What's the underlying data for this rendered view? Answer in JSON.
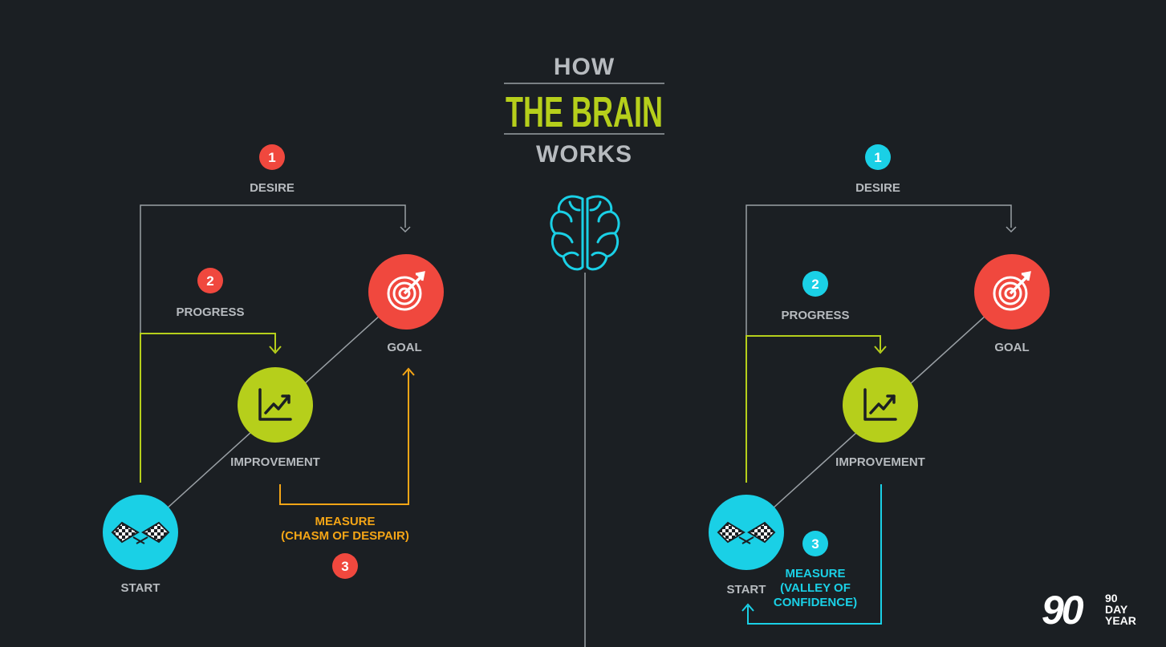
{
  "title": {
    "top": "HOW",
    "main": "THE BRAIN",
    "bottom": "WORKS"
  },
  "colors": {
    "background": "#1b1f23",
    "gray_text": "#b7bbbf",
    "line_gray": "#9aa0a5",
    "red": "#f0483e",
    "lime": "#b6cf1b",
    "cyan": "#1ad0e6",
    "orange": "#f4a516",
    "white": "#ffffff"
  },
  "left_panel": {
    "step1": {
      "number": "1",
      "label": "DESIRE"
    },
    "step2": {
      "number": "2",
      "label": "PROGRESS"
    },
    "step3": {
      "number": "3",
      "label_line1": "MEASURE",
      "label_line2": "(CHASM OF DESPAIR)"
    },
    "nodes": {
      "goal": "GOAL",
      "improvement": "IMPROVEMENT",
      "start": "START"
    }
  },
  "right_panel": {
    "step1": {
      "number": "1",
      "label": "DESIRE"
    },
    "step2": {
      "number": "2",
      "label": "PROGRESS"
    },
    "step3": {
      "number": "3",
      "label_line1": "MEASURE",
      "label_line2": "(VALLEY OF",
      "label_line3": "CONFIDENCE)"
    },
    "nodes": {
      "goal": "GOAL",
      "improvement": "IMPROVEMENT",
      "start": "START"
    }
  },
  "icons": {
    "brain": "brain-icon",
    "goal": "target-icon",
    "improvement": "growth-chart-icon",
    "start": "checkered-flags-icon"
  },
  "logo": {
    "number": "90",
    "line1": "90",
    "line2": "DAY",
    "line3": "YEAR"
  }
}
